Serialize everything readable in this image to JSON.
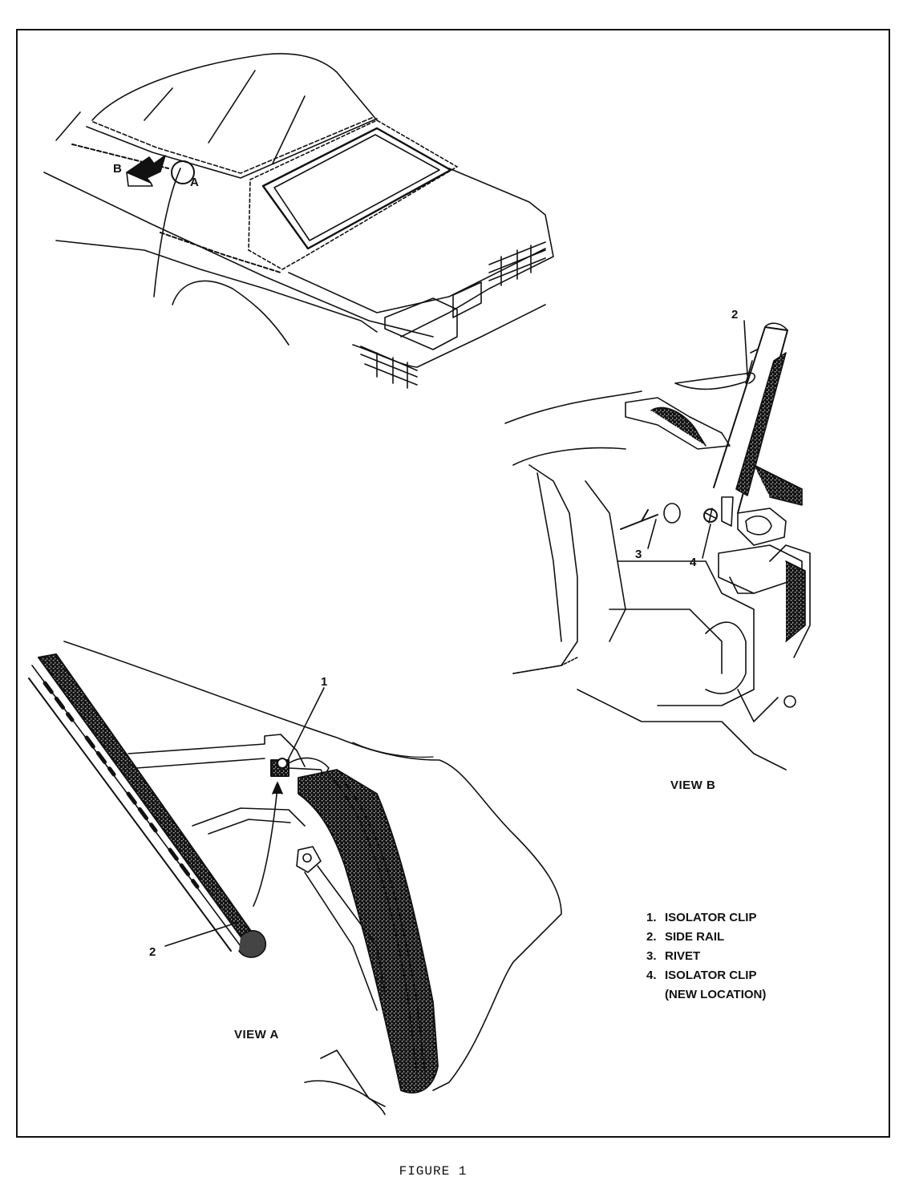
{
  "figure": {
    "caption": "FIGURE 1",
    "view_a_label": "VIEW A",
    "view_b_label": "VIEW B",
    "overview": {
      "marker_a": "A",
      "marker_b": "B"
    },
    "view_a_callouts": [
      "1",
      "2"
    ],
    "view_b_callouts": [
      "2",
      "3",
      "4"
    ],
    "legend": [
      {
        "num": "1.",
        "text": "ISOLATOR CLIP"
      },
      {
        "num": "2.",
        "text": "SIDE RAIL"
      },
      {
        "num": "3.",
        "text": "RIVET"
      },
      {
        "num": "4.",
        "text": "ISOLATOR CLIP"
      },
      {
        "num": "",
        "text": "(NEW LOCATION)"
      }
    ]
  }
}
